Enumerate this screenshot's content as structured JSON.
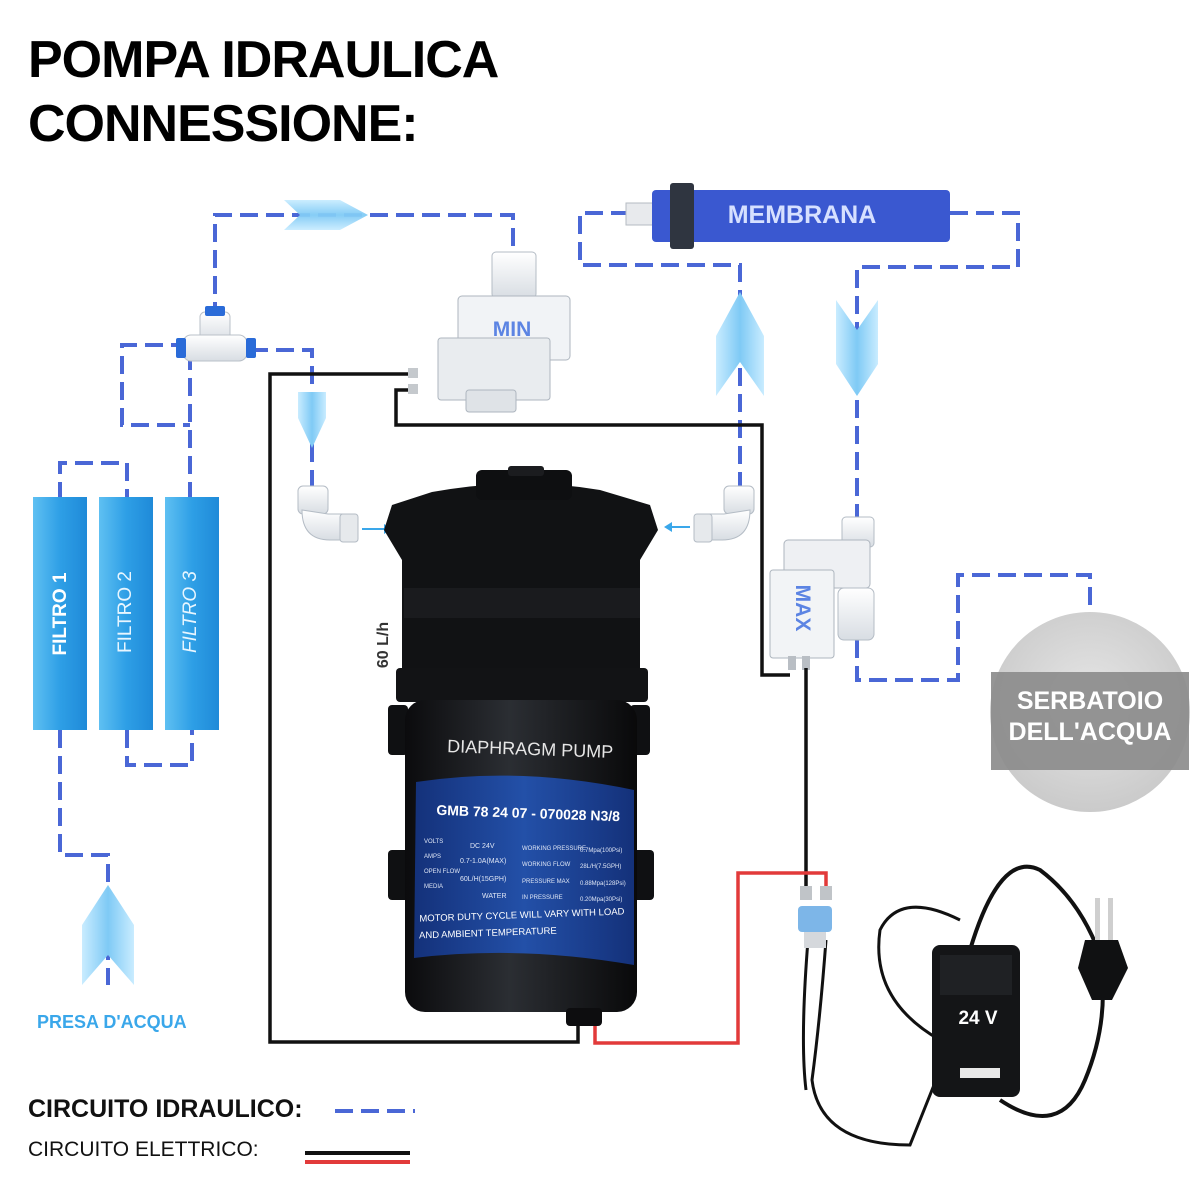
{
  "title": {
    "line1": "POMPA IDRAULICA",
    "line2": "CONNESSIONE:"
  },
  "labels": {
    "membrane": "MEMBRANA",
    "min_switch": "MIN",
    "max_switch": "MAX",
    "filter1": "FILTRO 1",
    "filter2": "FILTRO 2",
    "filter3": "FILTRO 3",
    "flow_rate": "60 L/h",
    "water_inlet": "PRESA D'ACQUA",
    "tank_line1": "SERBATOIO",
    "tank_line2": "DELL'ACQUA"
  },
  "pump": {
    "name": "DIAPHRAGM PUMP",
    "model": "GMB 78 24 07 - 070028 N3/8",
    "specs": [
      {
        "k": "VOLTS",
        "v": "DC 24V",
        "k2": "WORKING PRESSURE",
        "v2": "0.7Mpa(100Psi)"
      },
      {
        "k": "AMPS",
        "v": "0.7-1.0A(MAX)",
        "k2": "WORKING FLOW",
        "v2": "28L/H(7.5GPH)"
      },
      {
        "k": "OPEN FLOW",
        "v": "60L/H(15GPH)",
        "k2": "PRESSURE MAX",
        "v2": "0.88Mpa(128Psi)"
      },
      {
        "k": "MEDIA",
        "v": "WATER",
        "k2": "IN PRESSURE",
        "v2": "0.20Mpa(30Psi)"
      }
    ],
    "note_line1": "MOTOR DUTY CYCLE WILL VARY WITH LOAD",
    "note_line2": "AND AMBIENT TEMPERATURE"
  },
  "adapter": {
    "voltage": "24 V"
  },
  "legend": {
    "hydraulic": "CIRCUITO IDRAULICO:",
    "electric": "CIRCUITO ELETTRICO:"
  },
  "colors": {
    "hydraulic_line": "#4a67d6",
    "arrow": "#8fd0f5",
    "filter": "#3aa7ea",
    "membrane": "#3a58d0",
    "wire_red": "#e23a3a",
    "wire_black": "#111111",
    "pump_label": "#1b3f8f",
    "tank": "#d4d4d4",
    "tank_band": "#8c8c8c"
  }
}
